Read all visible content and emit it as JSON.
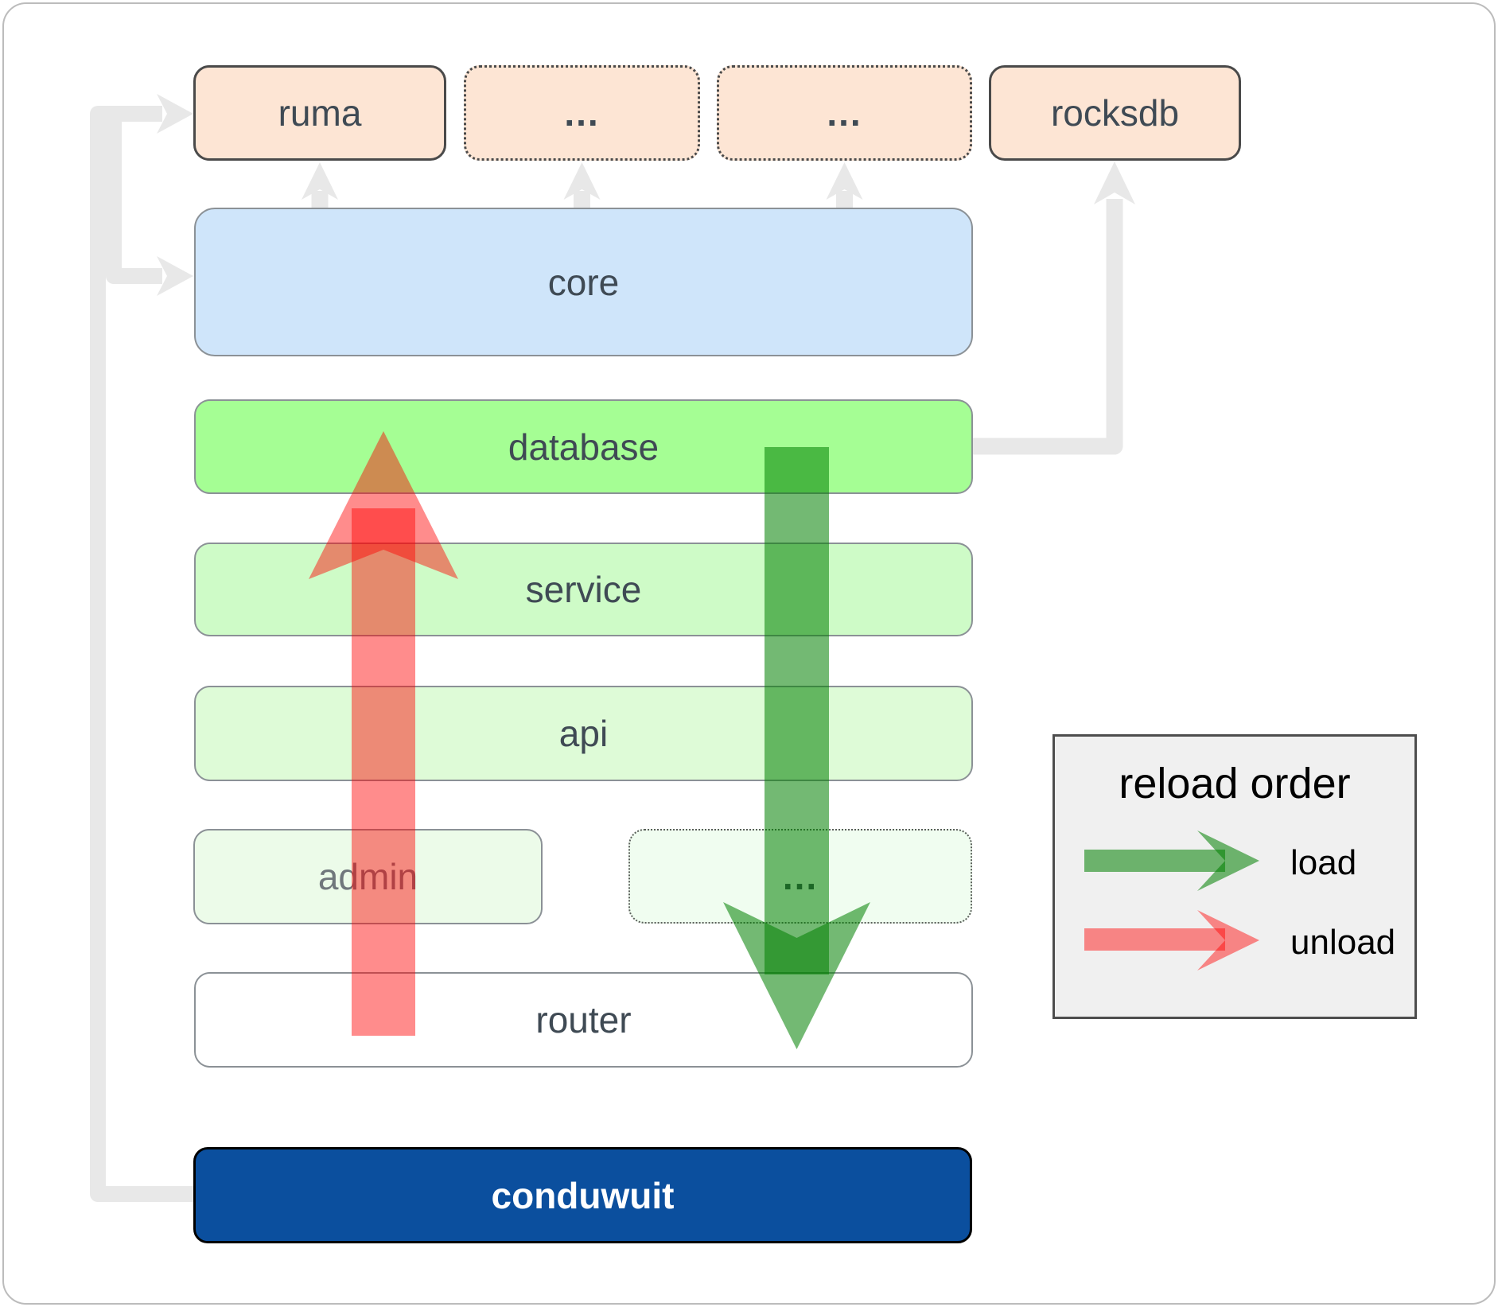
{
  "boxes": {
    "ruma": {
      "label": "ruma"
    },
    "ellipsis1": {
      "label": "..."
    },
    "ellipsis2": {
      "label": "..."
    },
    "rocksdb": {
      "label": "rocksdb"
    },
    "core": {
      "label": "core"
    },
    "database": {
      "label": "database"
    },
    "service": {
      "label": "service"
    },
    "api": {
      "label": "api"
    },
    "admin": {
      "label": "admin"
    },
    "ellipsis3": {
      "label": "..."
    },
    "router": {
      "label": "router"
    },
    "conduwuit": {
      "label": "conduwuit"
    }
  },
  "legend": {
    "title": "reload order",
    "items": [
      {
        "label": "load",
        "color": "#008000"
      },
      {
        "label": "unload",
        "color": "#ff0000"
      }
    ]
  },
  "colors": {
    "peach": "#fde5d4",
    "blue": "#cfe5fa",
    "db_green": "#a5fe94",
    "service_green": "#cefbc7",
    "api_green": "#defbd7",
    "admin_green": "#ecfbe9",
    "dotted_green": "#f0fdf0",
    "router_fill": "#ffffff",
    "conduwuit_fill": "#0b4f9e",
    "conduwuit_text": "#ffffff",
    "label": "#3f4a54",
    "admin_label": "#70777c",
    "border_dark": "#4a4a4a",
    "border_gray": "#8b9196",
    "connector": "#e8e8e8",
    "load": "#008000",
    "unload": "#ff0000",
    "legend_bg": "#f0f0f0",
    "legend_border": "#4d4d4d",
    "legend_text": "#000000",
    "page_border": "#bcbcbc"
  }
}
